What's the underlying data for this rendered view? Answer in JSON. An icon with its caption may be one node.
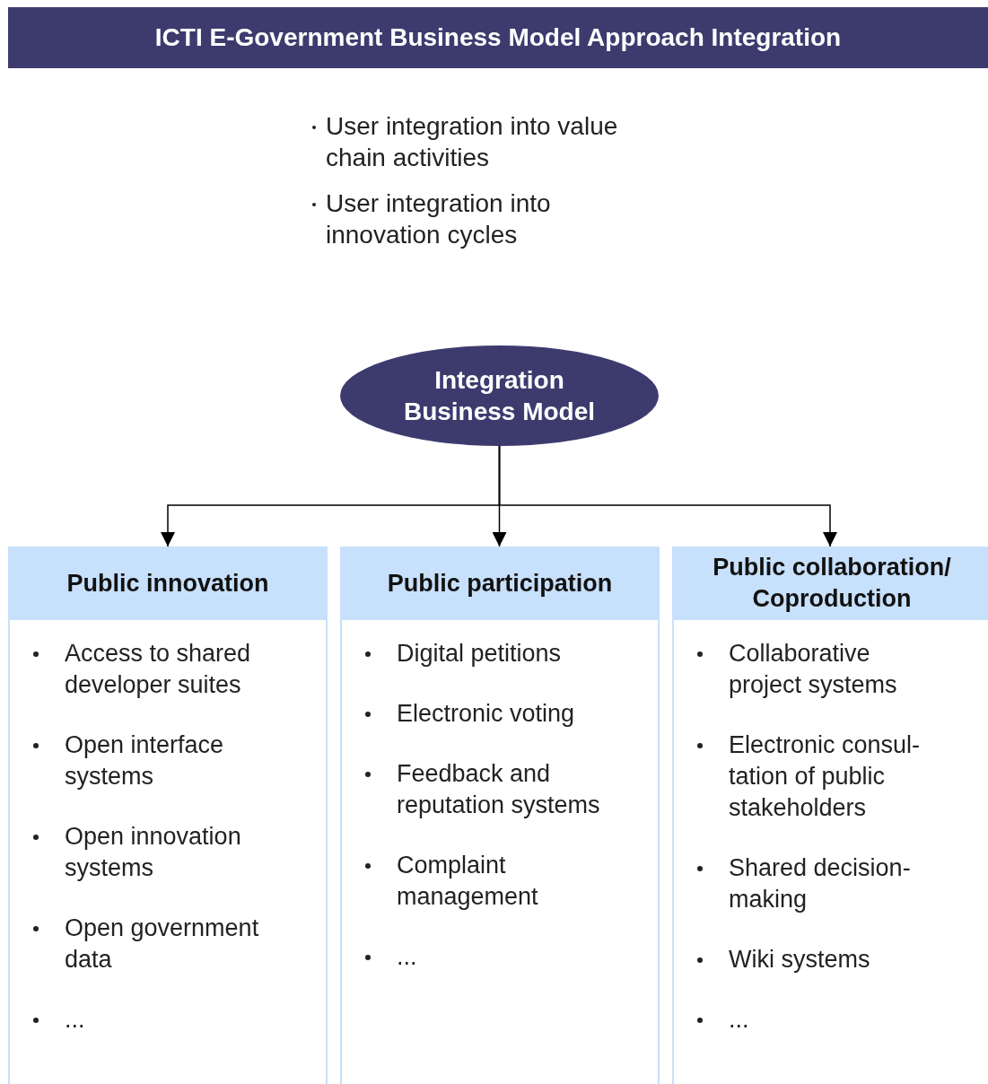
{
  "diagram": {
    "title": "ICTI E-Government Business Model Approach Integration",
    "nodes": [
      {
        "text": [
          "Integration Business Model"
        ]
      },
      {
        "text": [
          "Public innovation",
          "Access to shared developer suites",
          "Open interface systems",
          "Open innovation systems",
          "Open government data",
          "..."
        ]
      },
      {
        "text": [
          "Public participation",
          "Digital petitions",
          "Electronic voting",
          "Feedback and reputation systems",
          "Complaint management",
          "..."
        ]
      },
      {
        "text": [
          "Public collaboration/ Coproduction",
          "Collaborative project systems",
          "Electronic consul- tation of public stakeholders",
          "Shared decision- making",
          "Wiki systems",
          "..."
        ]
      }
    ],
    "edges": [
      {
        "from": 0,
        "to": 1,
        "arrow": "to"
      },
      {
        "from": 0,
        "to": 2,
        "arrow": "to"
      },
      {
        "from": 0,
        "to": 3,
        "arrow": "to"
      }
    ],
    "labels": [
      "User integration into value chain activities",
      "User integration into innovation cycles"
    ]
  }
}
